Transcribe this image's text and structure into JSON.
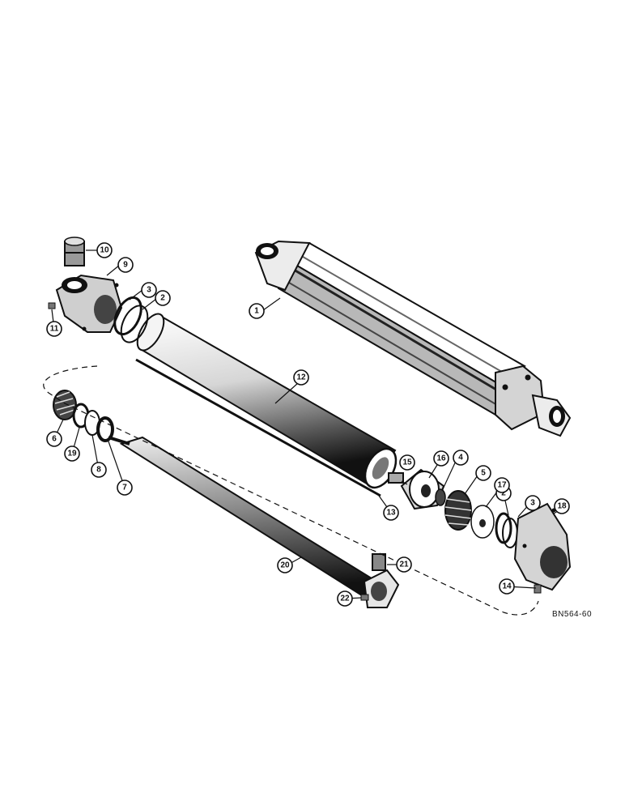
{
  "diagram": {
    "drawing_code": "BN564-60",
    "callouts": {
      "c1": "1",
      "c2a": "2",
      "c2b": "2",
      "c3a": "3",
      "c3b": "3",
      "c4": "4",
      "c5": "5",
      "c6": "6",
      "c7": "7",
      "c8": "8",
      "c9": "9",
      "c10": "10",
      "c11": "11",
      "c12": "12",
      "c13": "13",
      "c14": "14",
      "c15": "15",
      "c16": "16",
      "c17": "17",
      "c18": "18",
      "c19": "19",
      "c20": "20",
      "c21": "21",
      "c22": "22"
    }
  }
}
